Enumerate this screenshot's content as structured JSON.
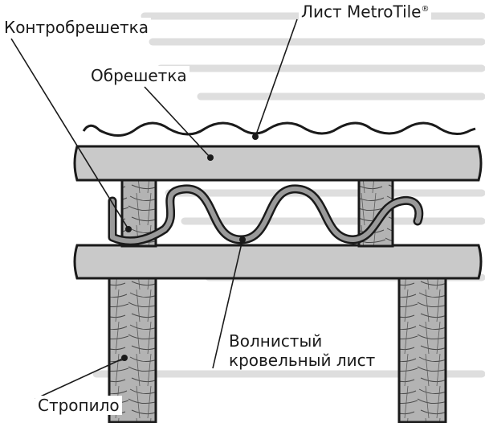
{
  "labels": {
    "counter_batten": "Контробрешетка",
    "metrotile_sheet": "Лист MetroTile",
    "metrotile_mark": "®",
    "batten": "Обрешетка",
    "wavy_sheet_line1": "Волнистый",
    "wavy_sheet_line2": "кровельный лист",
    "rafter": "Стропило"
  },
  "colors": {
    "outline": "#1a1a1a",
    "board_fill": "#c9c9c9",
    "wood_fill": "#b3b3b3",
    "background_text": "#dedede"
  }
}
